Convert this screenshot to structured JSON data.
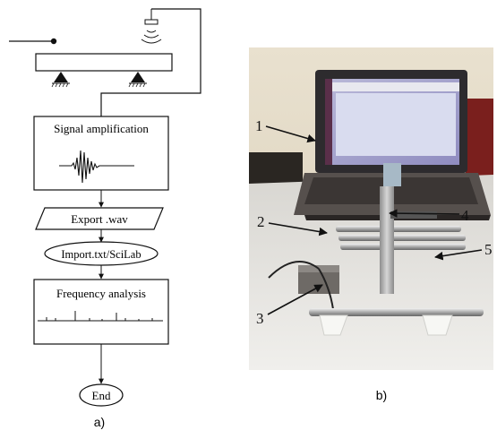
{
  "panel_a": {
    "label": "a)",
    "steps": [
      {
        "id": "signal",
        "text": "Signal amplification"
      },
      {
        "id": "export",
        "text": "Export .wav"
      },
      {
        "id": "import",
        "text": "Import.txt/SciLab"
      },
      {
        "id": "frequency",
        "text": "Frequency analysis"
      },
      {
        "id": "end",
        "text": "End"
      }
    ]
  },
  "panel_b": {
    "label": "b)",
    "callouts": [
      "1",
      "2",
      "3",
      "4",
      "5"
    ]
  }
}
